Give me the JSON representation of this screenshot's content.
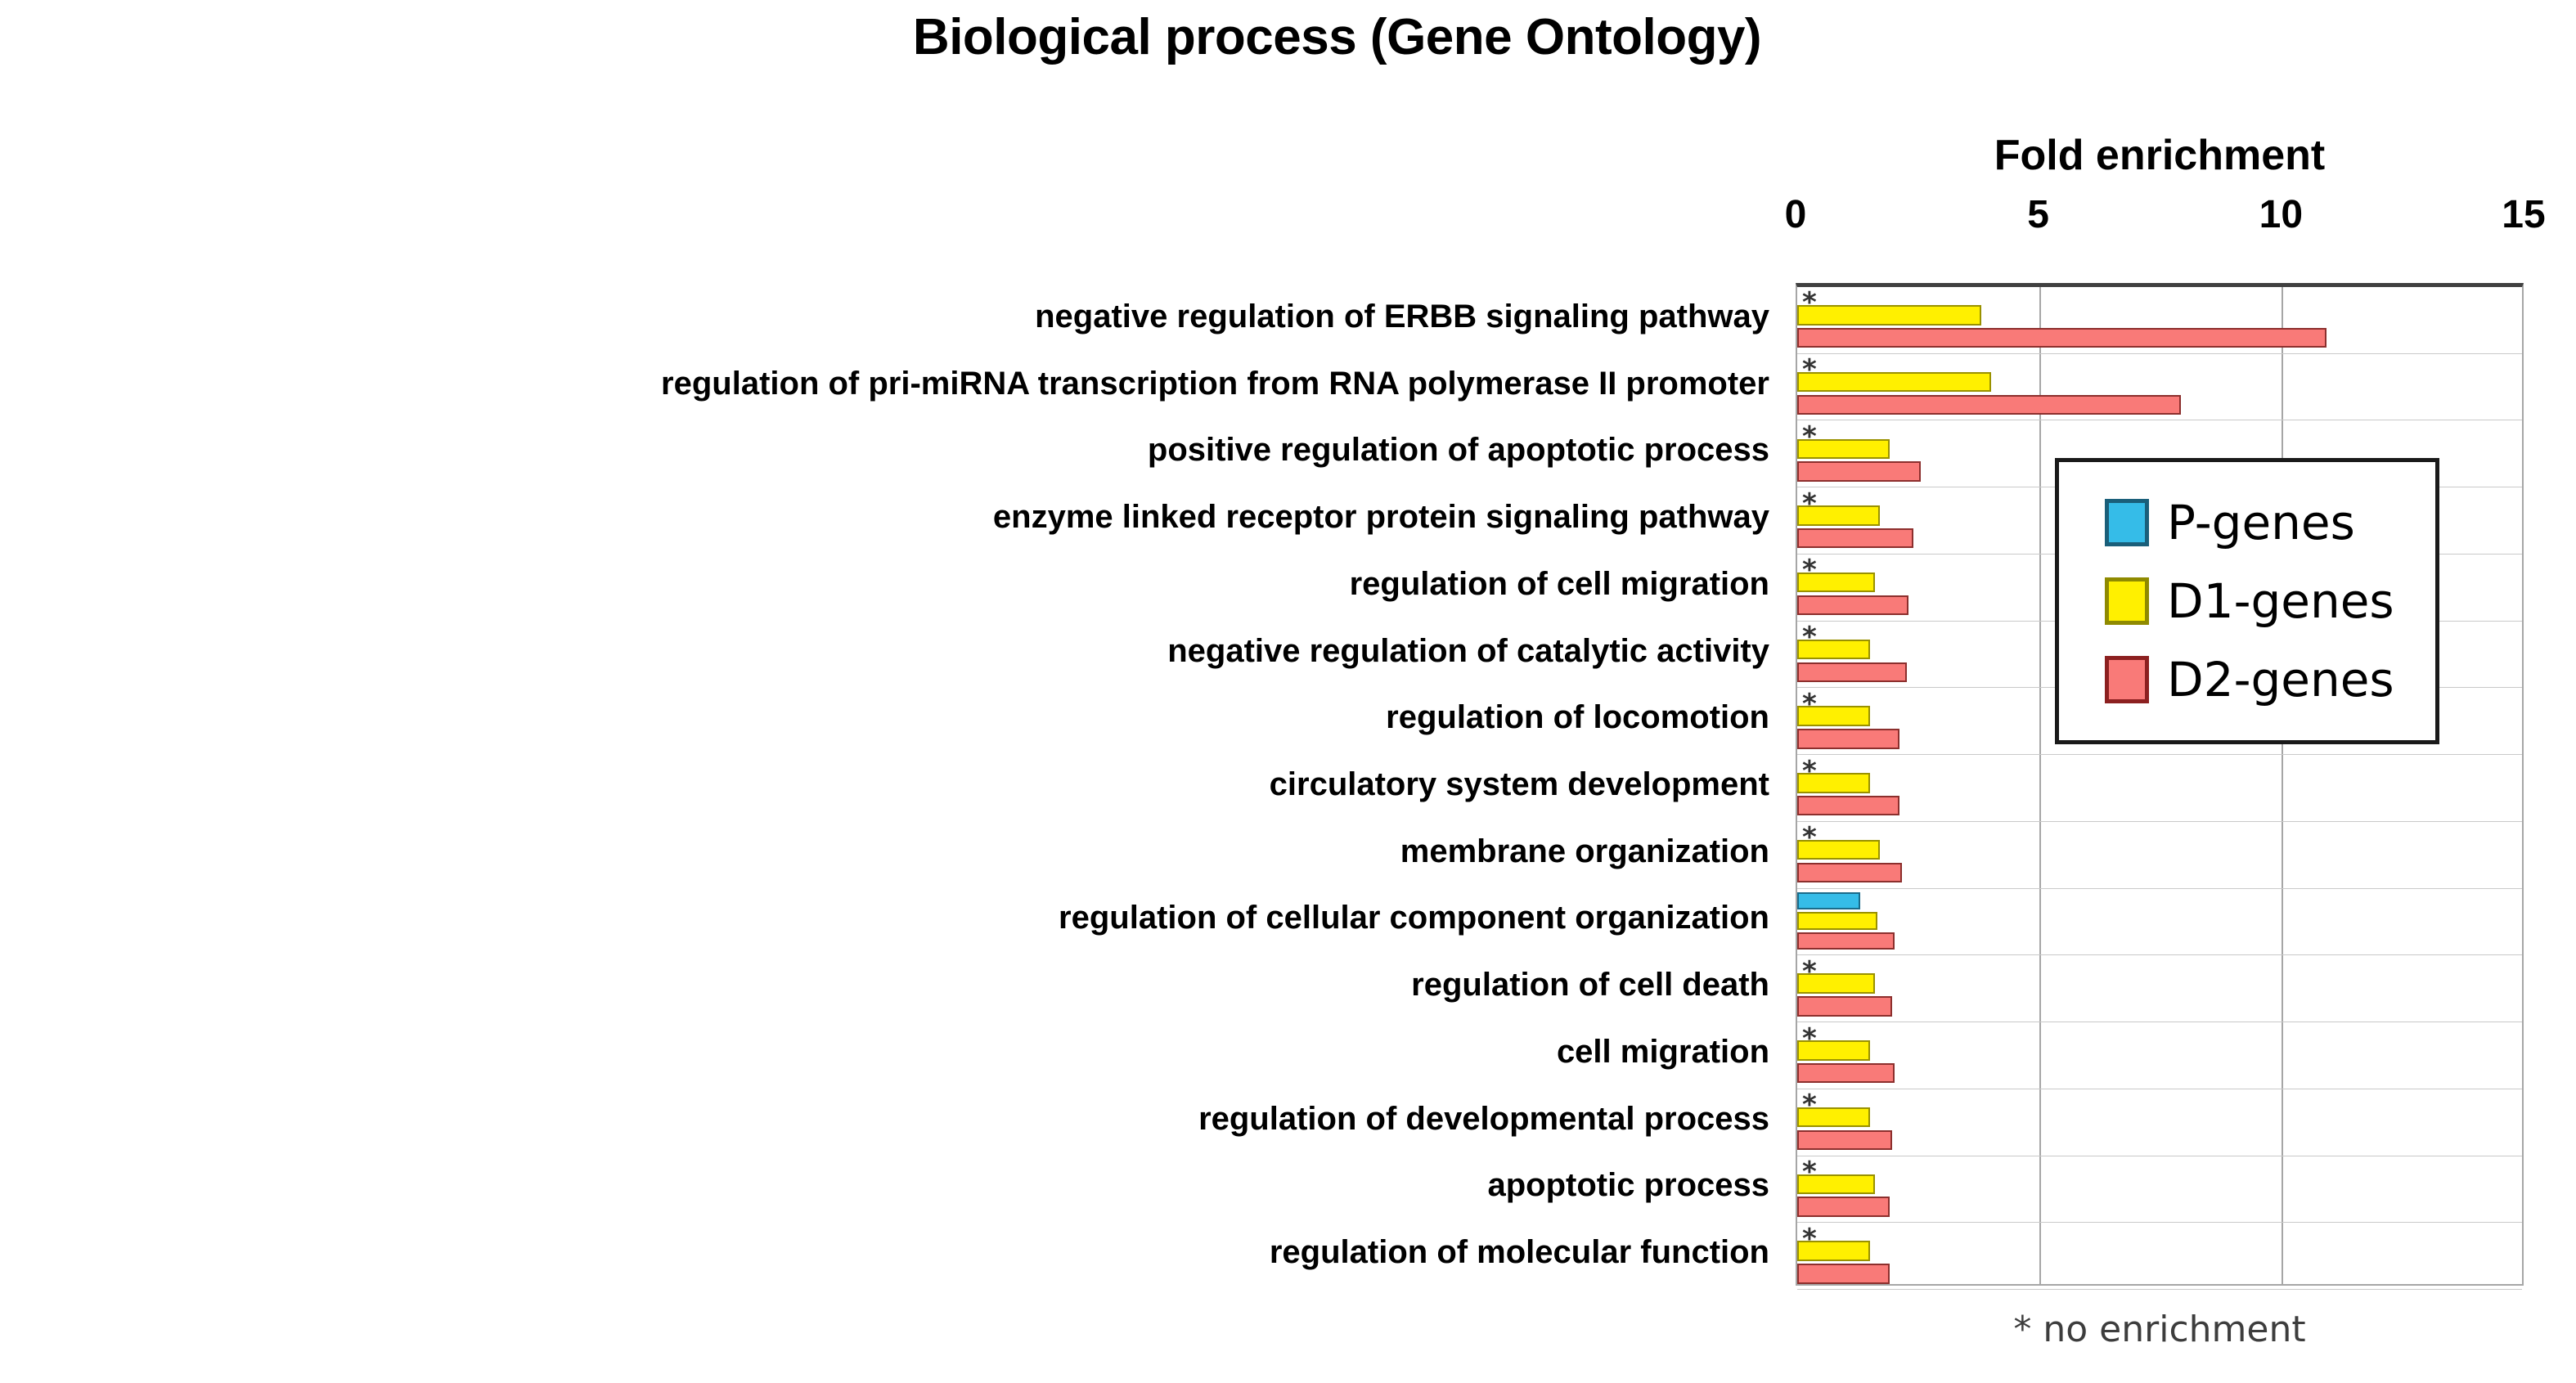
{
  "chart_data": {
    "type": "bar",
    "orientation": "horizontal",
    "title": "Biological process (Gene Ontology)",
    "xlabel": "Fold enrichment",
    "ylabel": "",
    "xlim": [
      0,
      15
    ],
    "xticks": [
      0,
      5,
      10,
      15
    ],
    "xtick_labels": [
      "0",
      "5",
      "10",
      "15"
    ],
    "grid": "vertical",
    "legend_position": "upper right inside",
    "footnote": "* no enrichment",
    "no_enrichment_marker": "*",
    "categories": [
      "negative regulation of ERBB signaling pathway",
      "regulation of pri-miRNA transcription from RNA polymerase II promoter",
      "positive regulation of apoptotic process",
      "enzyme linked receptor protein signaling pathway",
      "regulation of cell migration",
      "negative regulation of catalytic activity",
      "regulation of locomotion",
      "circulatory system development",
      "membrane organization",
      "regulation of cellular component organization",
      "regulation of cell death",
      "cell migration",
      "regulation of developmental process",
      "apoptotic process",
      "regulation of molecular function"
    ],
    "series": [
      {
        "name": "P-genes",
        "color": "#35BCE8",
        "border": "#1a5f7a",
        "values": [
          null,
          null,
          null,
          null,
          null,
          null,
          null,
          null,
          null,
          1.3,
          null,
          null,
          null,
          null,
          null
        ]
      },
      {
        "name": "D1-genes",
        "color": "#FFF000",
        "border": "#8f8a00",
        "values": [
          3.8,
          4.0,
          1.9,
          1.7,
          1.6,
          1.5,
          1.5,
          1.5,
          1.7,
          1.65,
          1.6,
          1.5,
          1.5,
          1.6,
          1.5
        ]
      },
      {
        "name": "D2-genes",
        "color": "#F97A78",
        "border": "#8c2020",
        "values": [
          10.9,
          7.9,
          2.55,
          2.4,
          2.3,
          2.25,
          2.1,
          2.1,
          2.15,
          2.0,
          1.95,
          2.0,
          1.95,
          1.9,
          1.9
        ]
      }
    ],
    "no_enrichment_rows": [
      0,
      1,
      2,
      3,
      4,
      5,
      6,
      7,
      8,
      10,
      11,
      12,
      13,
      14
    ]
  }
}
